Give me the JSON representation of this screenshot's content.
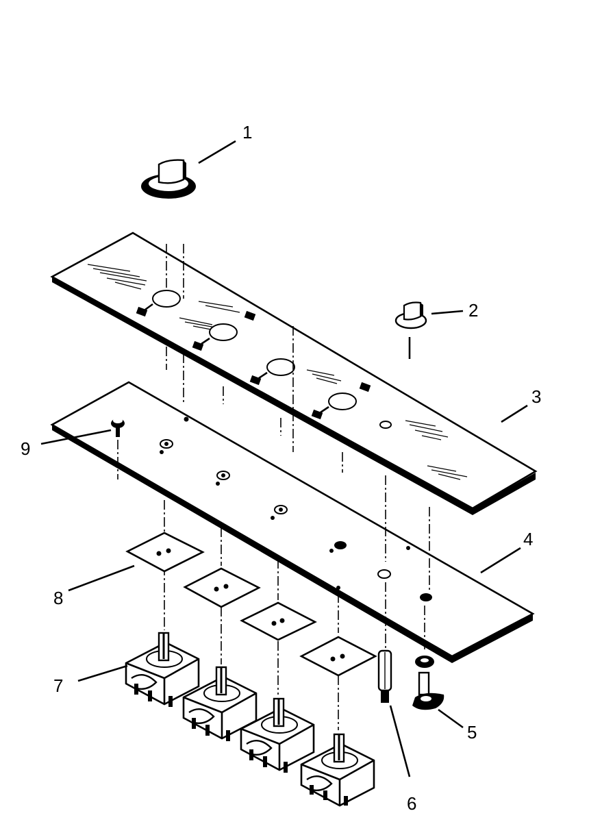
{
  "diagram": {
    "callouts": [
      {
        "id": "1",
        "label": "1",
        "part": "knob"
      },
      {
        "id": "2",
        "label": "2",
        "part": "small-knob"
      },
      {
        "id": "3",
        "label": "3",
        "part": "control-panel-overlay"
      },
      {
        "id": "4",
        "label": "4",
        "part": "control-panel-backplate"
      },
      {
        "id": "5",
        "label": "5",
        "part": "switch-bracket"
      },
      {
        "id": "6",
        "label": "6",
        "part": "indicator-light"
      },
      {
        "id": "7",
        "label": "7",
        "part": "infinite-switch"
      },
      {
        "id": "8",
        "label": "8",
        "part": "switch-insulator"
      },
      {
        "id": "9",
        "label": "9",
        "part": "screw"
      }
    ]
  }
}
